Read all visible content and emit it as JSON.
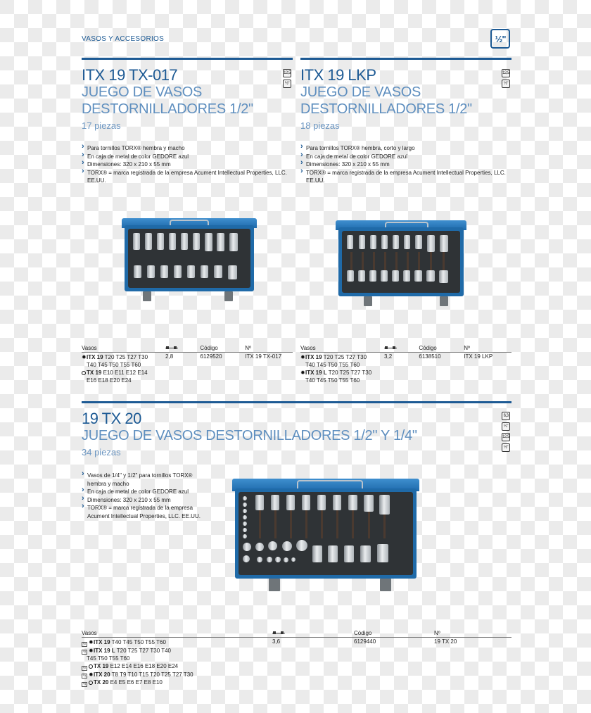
{
  "header": {
    "section_label": "VASOS Y ACCESORIOS",
    "drive_badge": "1/2\"",
    "drive_badge_display": "½\""
  },
  "products": [
    {
      "model": "ITX 19 TX-017",
      "title_line1": "JUEGO DE VASOS",
      "title_line2": "DESTORNILLADORES 1/2\"",
      "pieces": "17 piezas",
      "badges": [
        "12,5",
        "½\""
      ],
      "features": [
        "Para tornillos TORX® hembra y macho",
        "En caja de metal de color GEDORE azul",
        "Dimensiones: 320 x 210 x 55 mm",
        "TORX® = marca registrada de la empresa Acument Intellectual Properties, LLC. EE.UU."
      ],
      "table": {
        "headers": {
          "vasos": "Vasos",
          "weight_icon": "weight-kg-icon",
          "code": "Código",
          "number": "Nº"
        },
        "rows": [
          {
            "vasos": [
              {
                "icon": "torx-star-icon",
                "bold": "ITX 19",
                "text": "T20 T25 T27 T30"
              },
              {
                "icon": "",
                "bold": "",
                "text": "T40 T45 T50 T55 T60"
              },
              {
                "icon": "torx-ring-icon",
                "bold": "TX 19",
                "text": "E10 E11 E12 E14"
              },
              {
                "icon": "",
                "bold": "",
                "text": "E16 E18 E20 E24"
              }
            ],
            "weight": "2,8",
            "code": "6129520",
            "number": "ITX 19 TX-017"
          }
        ]
      }
    },
    {
      "model": "ITX 19 LKP",
      "title_line1": "JUEGO DE VASOS",
      "title_line2": "DESTORNILLADORES 1/2\"",
      "pieces": "18 piezas",
      "badges": [
        "12,5",
        "½\""
      ],
      "features": [
        "Para tornillos TORX® hembra, corto y largo",
        "En caja de metal de color GEDORE azul",
        "Dimensiones: 320 x 210 x 55 mm",
        "TORX® = marca registrada de la empresa Acument Intellectual Properties, LLC. EE.UU."
      ],
      "table": {
        "headers": {
          "vasos": "Vasos",
          "weight_icon": "weight-kg-icon",
          "code": "Código",
          "number": "Nº"
        },
        "rows": [
          {
            "vasos": [
              {
                "icon": "torx-star-icon",
                "bold": "ITX 19",
                "text": "T20 T25 T27 T30"
              },
              {
                "icon": "",
                "bold": "",
                "text": "T40 T45 T50 T55 T60"
              },
              {
                "icon": "torx-star-icon",
                "bold": "ITX 19 L",
                "text": "T20 T25 T27 T30"
              },
              {
                "icon": "",
                "bold": "",
                "text": "T40 T45 T50 T55 T60"
              }
            ],
            "weight": "3,2",
            "code": "6138510",
            "number": "ITX 19 LKP"
          }
        ]
      }
    },
    {
      "model": "19 TX 20",
      "title_line1": "JUEGO DE VASOS DESTORNILLADORES 1/2\" Y 1/4\"",
      "pieces": "34 piezas",
      "badges": [
        "6,3",
        "¼\"",
        "12,5",
        "½\""
      ],
      "features": [
        "Vasos de 1/4\" y 1/2\" para tornillos TORX® hembra y macho",
        "En caja de metal de color GEDORE azul",
        "Dimensiones: 320 x 210 x 55 mm",
        "TORX® = marca registrada de la empresa Acument Intellectual Properties, LLC. EE.UU."
      ],
      "table": {
        "headers": {
          "vasos": "Vasos",
          "weight_icon": "weight-kg-icon",
          "code": "Código",
          "number": "Nº"
        },
        "rows": [
          {
            "vasos": [
              {
                "box": "½",
                "icon": "torx-star-icon",
                "bold": "ITX 19",
                "text": "T40 T45 T50 T55 T60"
              },
              {
                "box": "½",
                "icon": "torx-star-icon",
                "bold": "ITX 19 L",
                "text": "T20 T25 T27 T30 T40"
              },
              {
                "box": "",
                "icon": "",
                "bold": "",
                "text": "T45 T50 T55 T60"
              },
              {
                "box": "½",
                "icon": "torx-ring-icon",
                "bold": "TX 19",
                "text": "E12 E14 E16 E18 E20 E24"
              },
              {
                "box": "¼",
                "icon": "torx-star-icon",
                "bold": "ITX 20",
                "text": "T8 T9 T10 T15 T20 T25 T27 T30"
              },
              {
                "box": "¼",
                "icon": "torx-ring-icon",
                "bold": "TX 20",
                "text": "E4 E5 E6 E7 E8 E10"
              }
            ],
            "weight": "3,6",
            "code": "6129440",
            "number": "19 TX 20"
          }
        ]
      }
    }
  ],
  "colors": {
    "brand_blue": "#1d5a94",
    "subtitle_blue": "#5f8fbf",
    "case_blue": "#1f6aa8"
  }
}
